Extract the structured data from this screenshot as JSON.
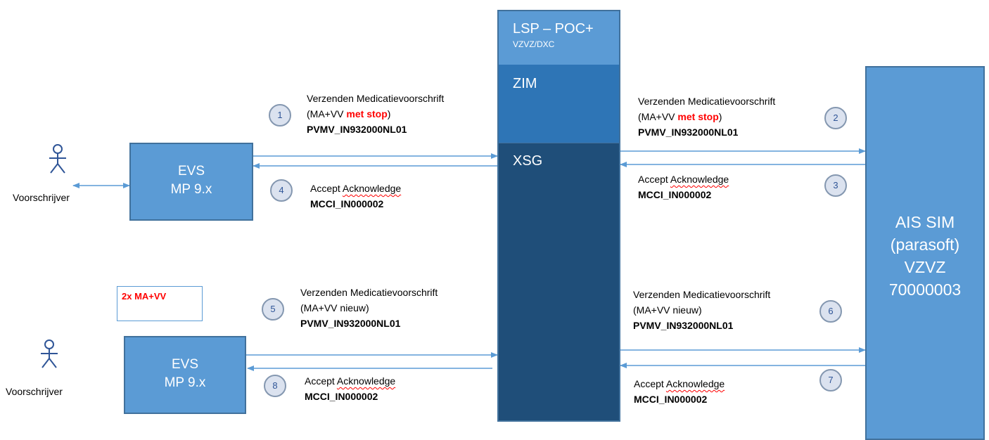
{
  "lsp": {
    "title": "LSP – POC+",
    "subtitle": "VZVZ/DXC",
    "zim": "ZIM",
    "xsg": "XSG"
  },
  "ais": {
    "line1": "AIS SIM",
    "line2": "(parasoft)",
    "line3": "VZVZ",
    "line4": "70000003"
  },
  "evs1": {
    "line1": "EVS",
    "line2": "MP 9.x"
  },
  "evs2": {
    "line1": "EVS",
    "line2": "MP 9.x"
  },
  "actor1": {
    "label": "Voorschrijver"
  },
  "actor2": {
    "label": "Voorschrijver"
  },
  "note": {
    "text": "2x MA+VV"
  },
  "msgs": {
    "m1": {
      "num": "1",
      "line1": "Verzenden Medicatievoorschrift",
      "line2a": "(MA+VV ",
      "line2b": "met stop",
      "line2c": ")",
      "line3": "PVMV_IN932000NL01"
    },
    "m2": {
      "num": "2",
      "line1": "Verzenden Medicatievoorschrift",
      "line2a": "(MA+VV ",
      "line2b": "met stop",
      "line2c": ")",
      "line3": "PVMV_IN932000NL01"
    },
    "m3": {
      "num": "3",
      "line1a": "Accept ",
      "line1b": "Acknowledge",
      "line2": "MCCI_IN000002"
    },
    "m4": {
      "num": "4",
      "line1a": "Accept ",
      "line1b": "Acknowledge",
      "line2": "MCCI_IN000002"
    },
    "m5": {
      "num": "5",
      "line1": "Verzenden Medicatievoorschrift",
      "line2": "(MA+VV nieuw)",
      "line3": "PVMV_IN932000NL01"
    },
    "m6": {
      "num": "6",
      "line1": "Verzenden Medicatievoorschrift",
      "line2": "(MA+VV nieuw)",
      "line3": "PVMV_IN932000NL01"
    },
    "m7": {
      "num": "7",
      "line1a": "Accept ",
      "line1b": "Acknowledge",
      "line2": "MCCI_IN000002"
    },
    "m8": {
      "num": "8",
      "line1a": "Accept ",
      "line1b": "Acknowledge",
      "line2": "MCCI_IN000002"
    }
  },
  "colors": {
    "box_light": "#5b9bd5",
    "box_mid": "#2e75b6",
    "box_dark": "#1f4e79",
    "arrow": "#5b9bd5",
    "highlight": "#ff0000"
  }
}
